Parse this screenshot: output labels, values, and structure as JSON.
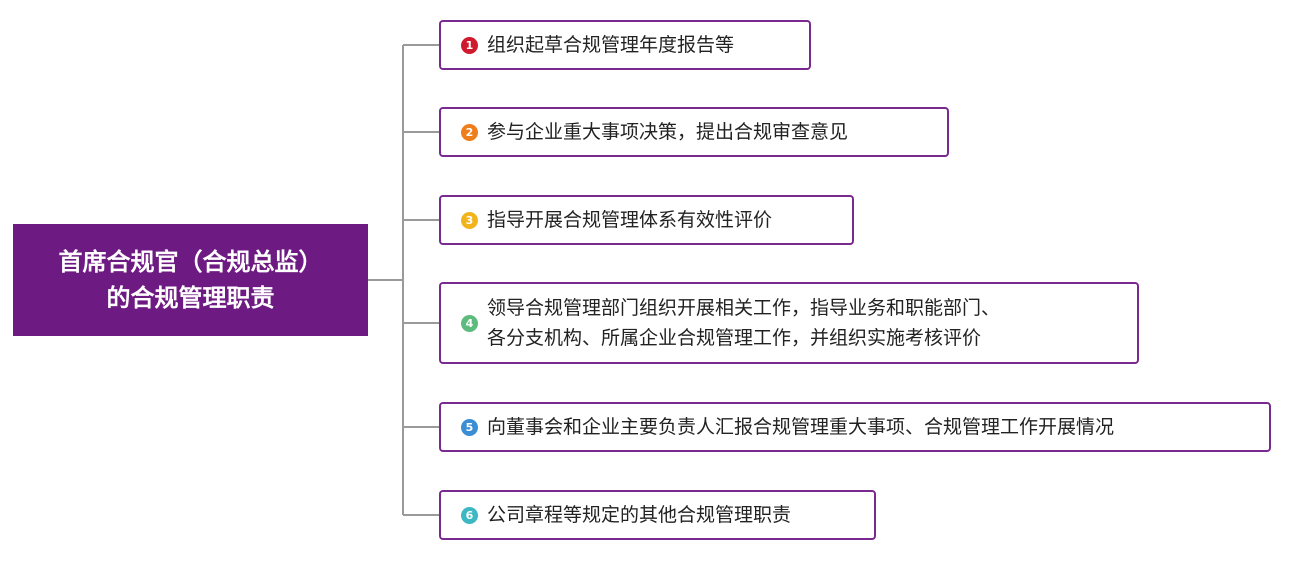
{
  "root": {
    "line1": "首席合规官（合规总监）",
    "line2": "的合规管理职责"
  },
  "branches": [
    {
      "number": "1",
      "color": "#d0192c",
      "lines": [
        "组织起草合规管理年度报告等"
      ]
    },
    {
      "number": "2",
      "color": "#ef7d1a",
      "lines": [
        "参与企业重大事项决策，提出合规审查意见"
      ]
    },
    {
      "number": "3",
      "color": "#f2b41c",
      "lines": [
        "指导开展合规管理体系有效性评价"
      ]
    },
    {
      "number": "4",
      "color": "#5dbb7e",
      "lines": [
        "领导合规管理部门组织开展相关工作，指导业务和职能部门、",
        "各分支机构、所属企业合规管理工作，并组织实施考核评价"
      ]
    },
    {
      "number": "5",
      "color": "#3b8ed3",
      "lines": [
        "向董事会和企业主要负责人汇报合规管理重大事项、合规管理工作开展情况"
      ]
    },
    {
      "number": "6",
      "color": "#3cb8c4",
      "lines": [
        "公司章程等规定的其他合规管理职责"
      ]
    }
  ]
}
